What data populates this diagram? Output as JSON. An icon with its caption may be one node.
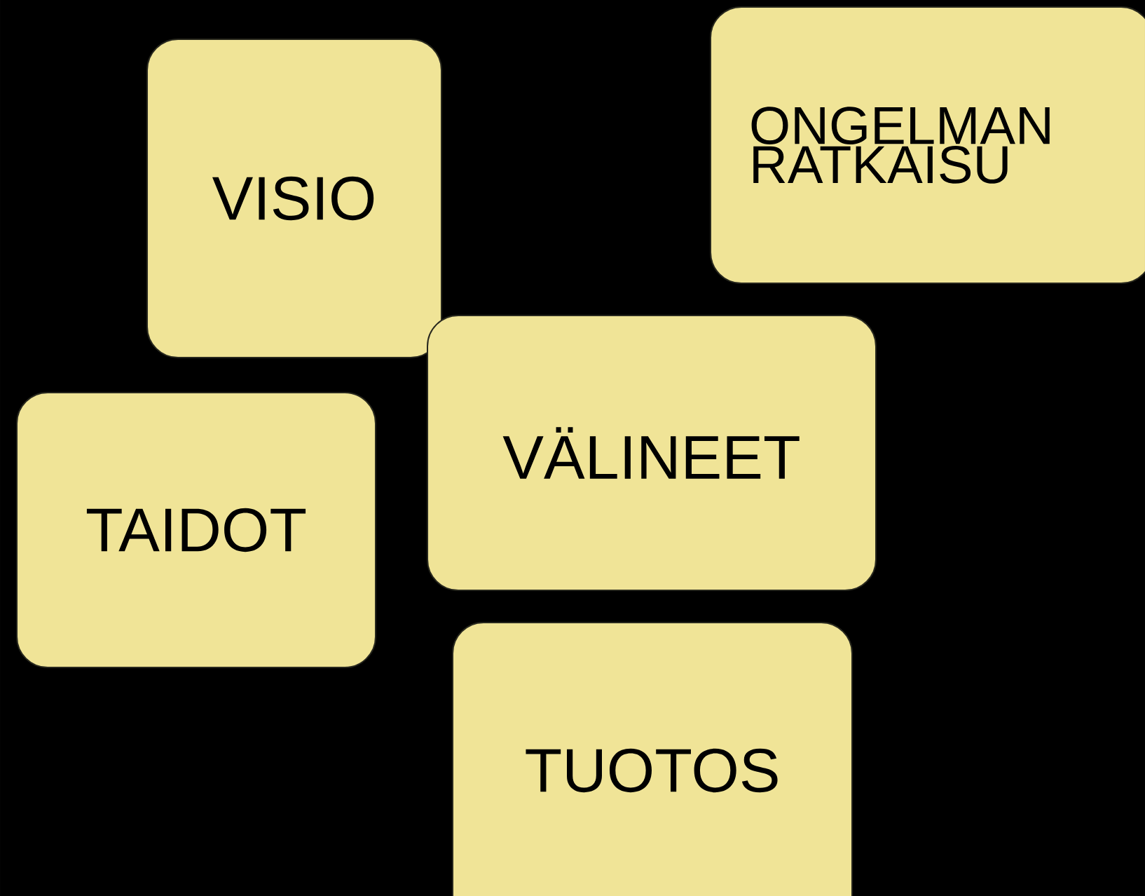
{
  "diagram": {
    "nodes": [
      {
        "text": [
          "VISIO"
        ]
      },
      {
        "text": [
          "ONGELMAN RATKAISU"
        ]
      },
      {
        "text": [
          "TAIDOT"
        ]
      },
      {
        "text": [
          "VÄLINEET"
        ]
      },
      {
        "text": [
          "TUOTOS"
        ]
      }
    ]
  }
}
